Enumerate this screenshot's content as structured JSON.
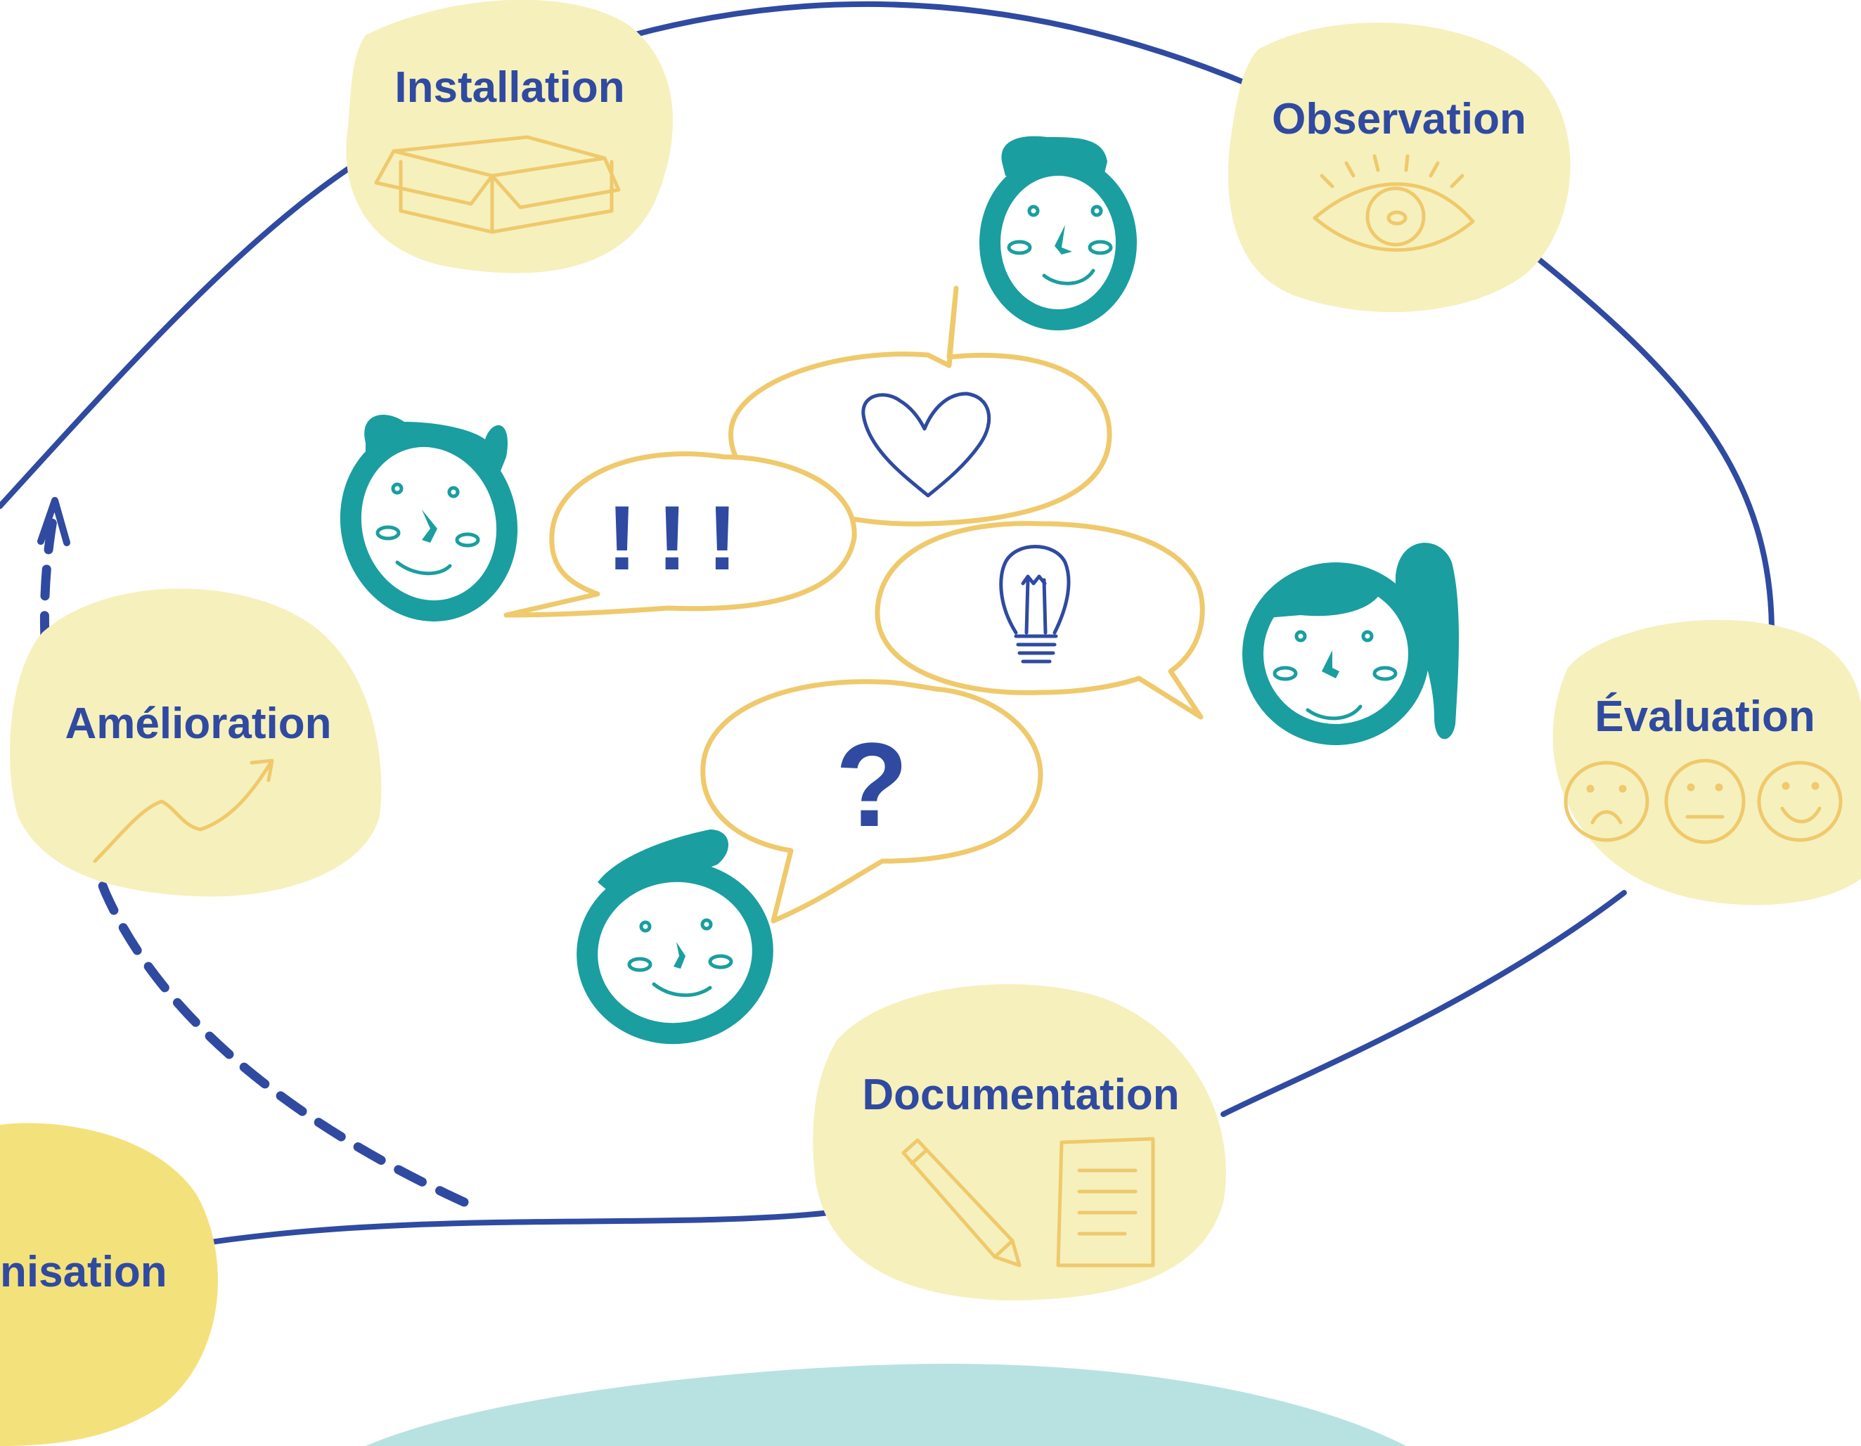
{
  "labels": {
    "installation": "Installation",
    "observation": "Observation",
    "evaluation": "Évaluation",
    "documentation": "Documentation",
    "amelioration": "Amélioration",
    "organisation": "nisation"
  },
  "bubbles": {
    "exclaim": "!!!",
    "question": "?"
  },
  "colors": {
    "cycle_line": "#2f4aa0",
    "blob": "#f6f0bd",
    "blob_strong": "#f3e27c",
    "doodle": "#efc96b",
    "face": "#1a9ea0",
    "ground": "#b8e2e1"
  },
  "icons": {
    "installation": "box-icon",
    "observation": "eye-icon",
    "evaluation": "smiley-scale-icon",
    "documentation": "pencil-document-icon",
    "amelioration": "trend-up-icon",
    "love": "heart-icon",
    "idea": "lightbulb-icon"
  }
}
